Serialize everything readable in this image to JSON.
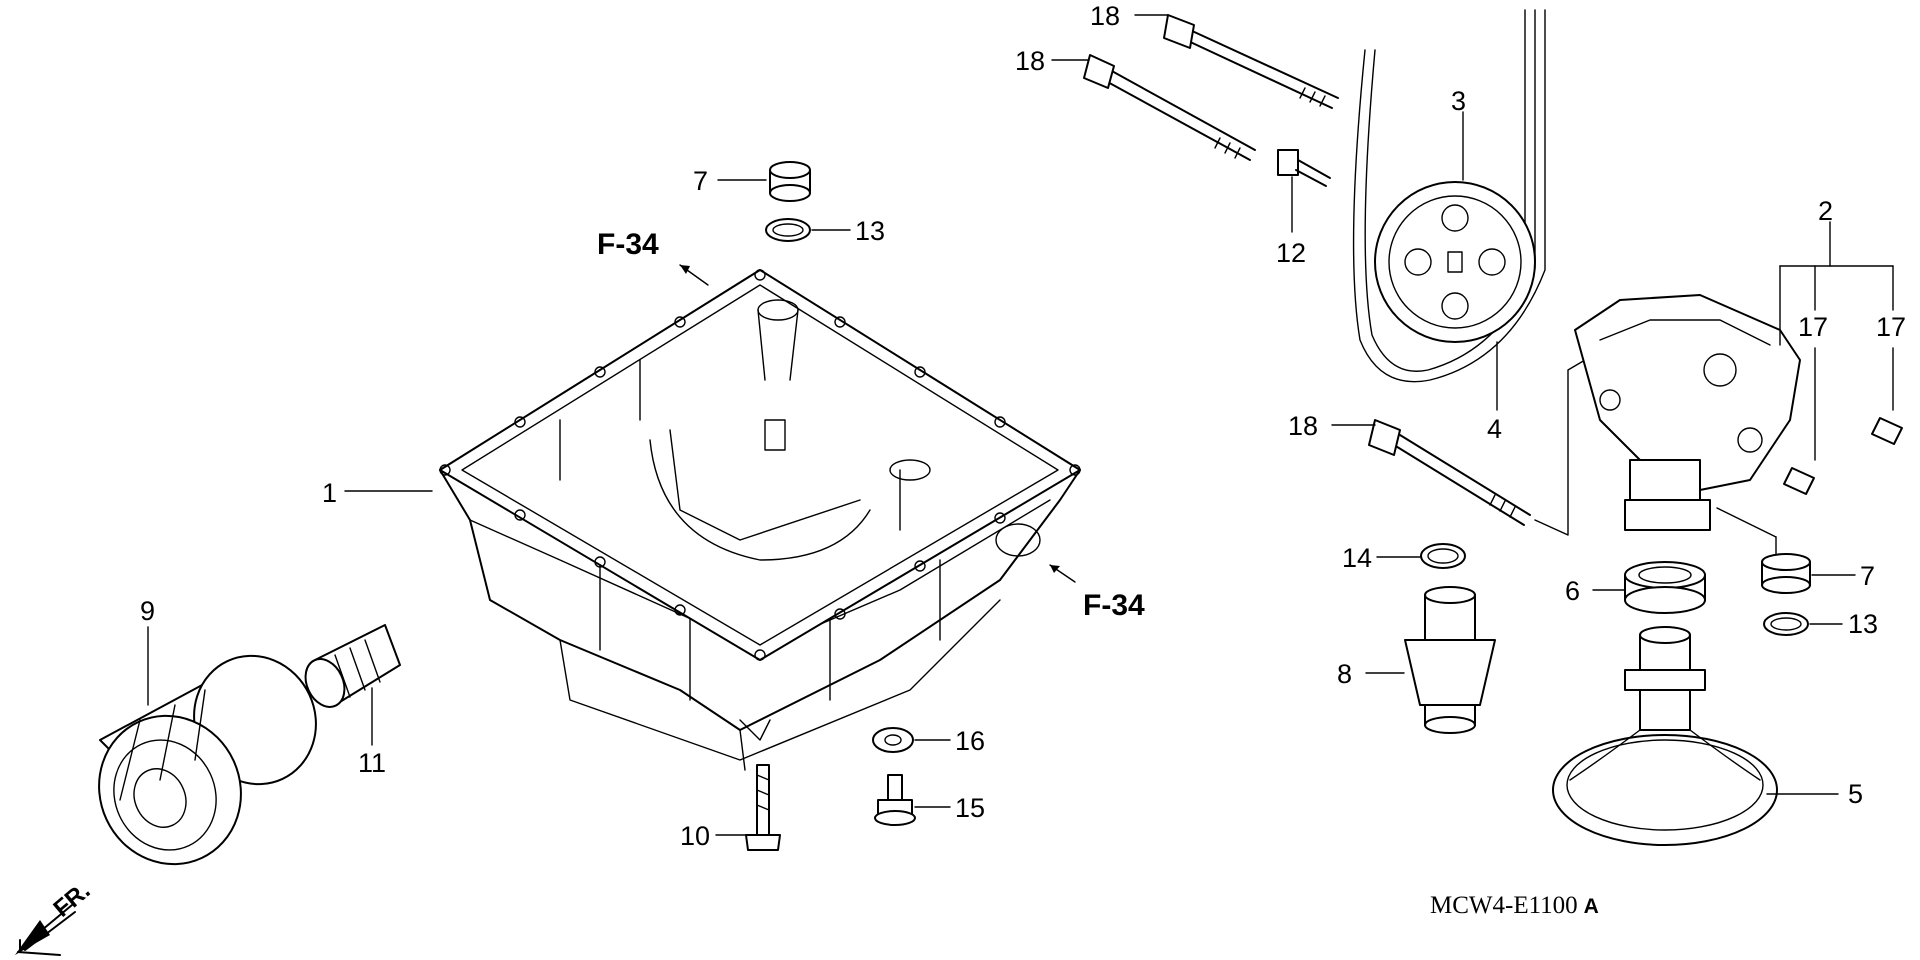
{
  "diagram": {
    "drawing_code": "MCW4-E1100",
    "revision_mark": "A",
    "direction_label": "FR.",
    "references": [
      "F-34",
      "F-34"
    ],
    "callouts": [
      "1",
      "2",
      "3",
      "4",
      "5",
      "6",
      "7",
      "7",
      "8",
      "9",
      "10",
      "11",
      "12",
      "13",
      "13",
      "14",
      "15",
      "16",
      "17",
      "17",
      "18",
      "18",
      "18"
    ]
  },
  "colors": {
    "line": "#000000",
    "background": "#ffffff"
  }
}
